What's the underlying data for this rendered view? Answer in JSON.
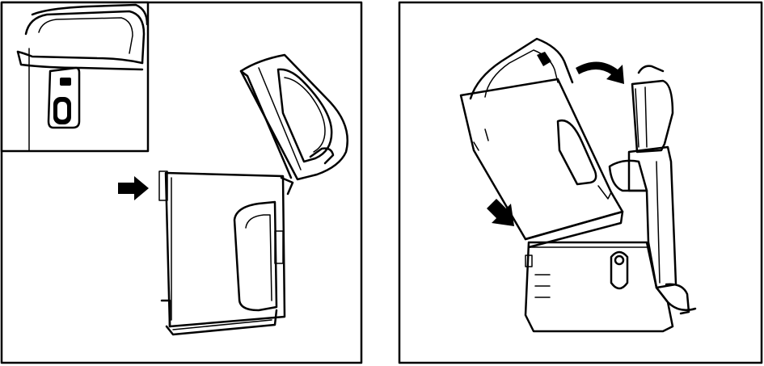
{
  "figure": {
    "panels": [
      {
        "id": "panel-left",
        "content": "dust-bin-removal-step"
      },
      {
        "id": "panel-right",
        "content": "dust-bin-reinstall-step"
      }
    ],
    "icons": [
      "arrow-right-icon",
      "curved-arrow-icon",
      "arrow-down-right-icon",
      "release-latch-icon"
    ],
    "colors": {
      "line": "#000000",
      "background": "#ffffff"
    }
  }
}
